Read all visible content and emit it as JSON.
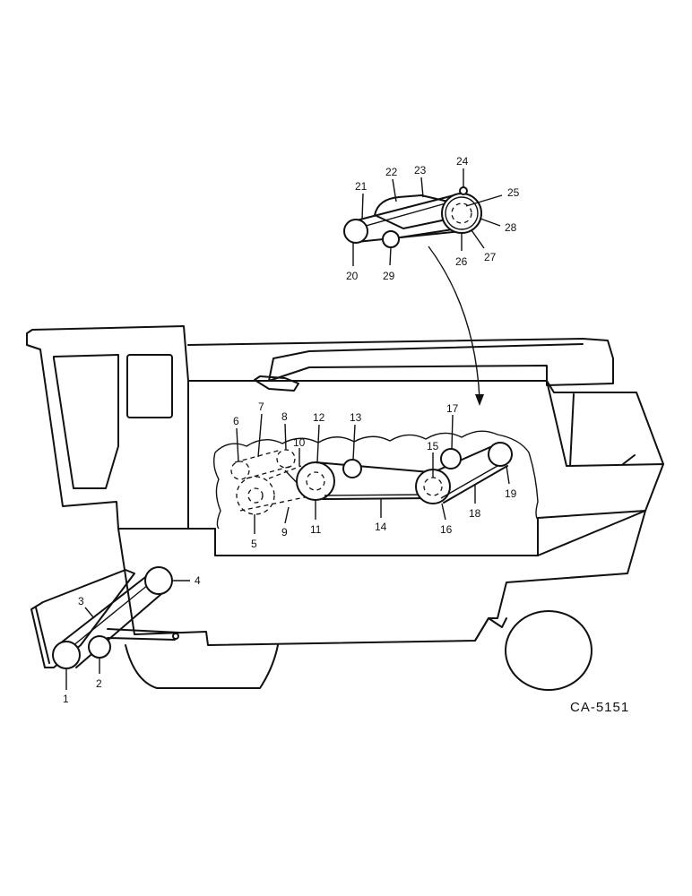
{
  "diagram": {
    "reference_code": "CA-5151",
    "callouts": [
      "1",
      "2",
      "3",
      "4",
      "5",
      "6",
      "7",
      "8",
      "9",
      "10",
      "11",
      "12",
      "13",
      "14",
      "15",
      "16",
      "17",
      "18",
      "19",
      "20",
      "21",
      "22",
      "23",
      "24",
      "25",
      "26",
      "27",
      "28",
      "29"
    ]
  }
}
